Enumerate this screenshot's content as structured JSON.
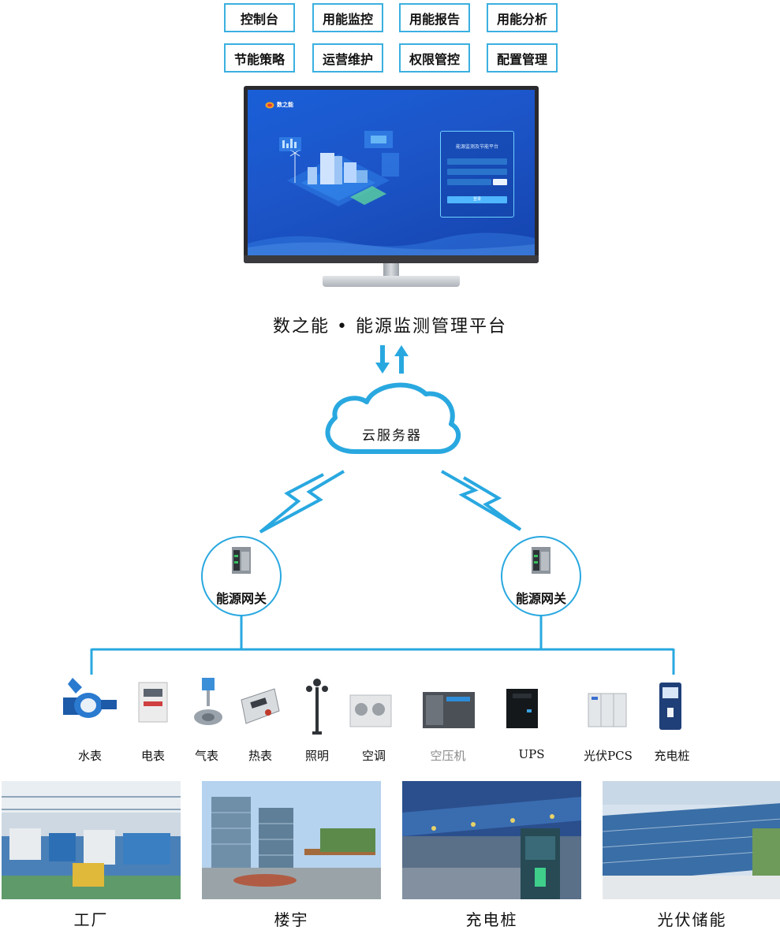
{
  "menu": {
    "items": [
      {
        "label": "控制台"
      },
      {
        "label": "用能监控"
      },
      {
        "label": "用能报告"
      },
      {
        "label": "用能分析"
      },
      {
        "label": "节能策略"
      },
      {
        "label": "运营维护"
      },
      {
        "label": "权限管控"
      },
      {
        "label": "配置管理"
      }
    ]
  },
  "screen": {
    "logo_text": "数之能",
    "login_title": "能源监测及节能平台",
    "login_btn": "登录"
  },
  "platform_title": "数之能 • 能源监测管理平台",
  "cloud_label": "云服务器",
  "gateways": [
    {
      "label": "能源网关"
    },
    {
      "label": "能源网关"
    }
  ],
  "devices": [
    {
      "label": "水表",
      "icon": "water-meter-icon"
    },
    {
      "label": "电表",
      "icon": "electric-meter-icon"
    },
    {
      "label": "气表",
      "icon": "gas-meter-icon"
    },
    {
      "label": "热表",
      "icon": "heat-meter-icon"
    },
    {
      "label": "照明",
      "icon": "street-light-icon"
    },
    {
      "label": "空调",
      "icon": "air-conditioner-icon"
    },
    {
      "label": "空压机",
      "icon": "air-compressor-icon"
    },
    {
      "label": "UPS",
      "icon": "ups-icon"
    },
    {
      "label": "光伏PCS",
      "icon": "pv-pcs-icon"
    },
    {
      "label": "充电桩",
      "icon": "charging-pile-icon"
    }
  ],
  "scenes": [
    {
      "label": "工厂"
    },
    {
      "label": "楼宇"
    },
    {
      "label": "充电桩"
    },
    {
      "label": "光伏储能"
    }
  ],
  "colors": {
    "accent": "#3bb0e0",
    "line": "#29a8e0",
    "screen_blue": "#1c55c8"
  }
}
